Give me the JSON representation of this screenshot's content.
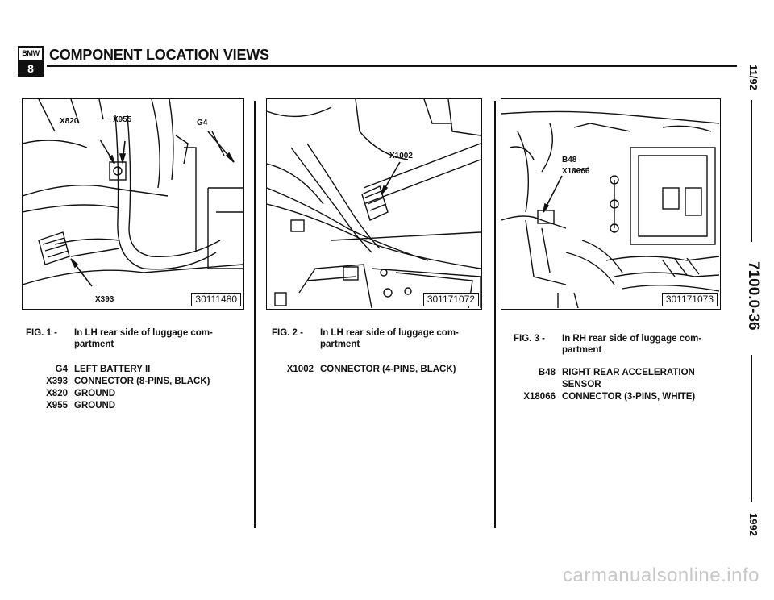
{
  "header": {
    "logo_top": "BMW",
    "logo_bottom": "8",
    "title": "COMPONENT LOCATION VIEWS"
  },
  "side": {
    "date": "11/92",
    "page_number": "7100.0-36",
    "year": "1992"
  },
  "figures": [
    {
      "image_code": "30111480",
      "callouts": [
        "X820",
        "X955",
        "G4",
        "X393"
      ],
      "fig_label": "FIG. 1 -",
      "caption": [
        "In LH rear side of luggage com-",
        "partment"
      ],
      "legend": [
        {
          "code": "G4",
          "desc": "LEFT BATTERY II"
        },
        {
          "code": "X393",
          "desc": "CONNECTOR (8-PINS, BLACK)"
        },
        {
          "code": "X820",
          "desc": "GROUND"
        },
        {
          "code": "X955",
          "desc": "GROUND"
        }
      ]
    },
    {
      "image_code": "301171072",
      "callouts": [
        "X1002"
      ],
      "fig_label": "FIG. 2 -",
      "caption": [
        "In LH rear side of luggage com-",
        "partment"
      ],
      "legend": [
        {
          "code": "X1002",
          "desc": "CONNECTOR (4-PINS, BLACK)"
        }
      ]
    },
    {
      "image_code": "301171073",
      "callouts": [
        "B48",
        "X18066"
      ],
      "fig_label": "FIG. 3 -",
      "caption": [
        "In RH rear side of luggage com-",
        "partment"
      ],
      "legend": [
        {
          "code": "B48",
          "desc": "RIGHT REAR ACCELERATION"
        },
        {
          "code": "",
          "desc": "SENSOR"
        },
        {
          "code": "X18066",
          "desc": "CONNECTOR (3-PINS, WHITE)"
        }
      ]
    }
  ],
  "watermark": "carmanualsonline.info"
}
